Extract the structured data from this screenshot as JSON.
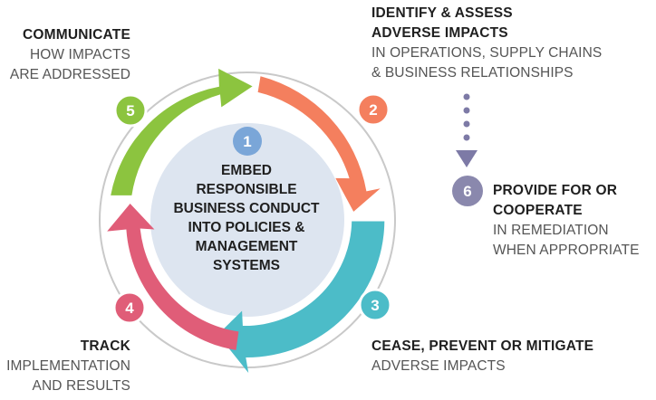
{
  "center": {
    "number": "1",
    "lines": [
      "EMBED",
      "RESPONSIBLE",
      "BUSINESS CONDUCT",
      "INTO POLICIES &",
      "MANAGEMENT SYSTEMS"
    ]
  },
  "steps": [
    {
      "number": "2",
      "title_lines": [
        "IDENTIFY & ASSESS",
        "ADVERSE IMPACTS"
      ],
      "sub_lines": [
        "IN OPERATIONS, SUPPLY CHAINS",
        "& BUSINESS RELATIONSHIPS"
      ]
    },
    {
      "number": "3",
      "title_lines": [
        "CEASE, PREVENT OR MITIGATE"
      ],
      "sub_lines": [
        "ADVERSE IMPACTS"
      ]
    },
    {
      "number": "4",
      "title_lines": [
        "TRACK"
      ],
      "sub_lines": [
        "IMPLEMENTATION",
        "AND RESULTS"
      ]
    },
    {
      "number": "5",
      "title_lines": [
        "COMMUNICATE"
      ],
      "sub_lines": [
        "HOW IMPACTS",
        "ARE ADDRESSED"
      ]
    },
    {
      "number": "6",
      "title_lines": [
        "PROVIDE FOR OR",
        "COOPERATE"
      ],
      "sub_lines": [
        "IN REMEDIATION",
        "WHEN APPROPRIATE"
      ]
    }
  ],
  "colors": {
    "center_fill": "#dde5f0",
    "ring": "#c9c9c9",
    "step1": "#7aa6d8",
    "step2": "#f47f5e",
    "step3": "#4cbcc8",
    "step4": "#e05d78",
    "step5": "#8cc43f",
    "step6": "#8a88ad"
  }
}
